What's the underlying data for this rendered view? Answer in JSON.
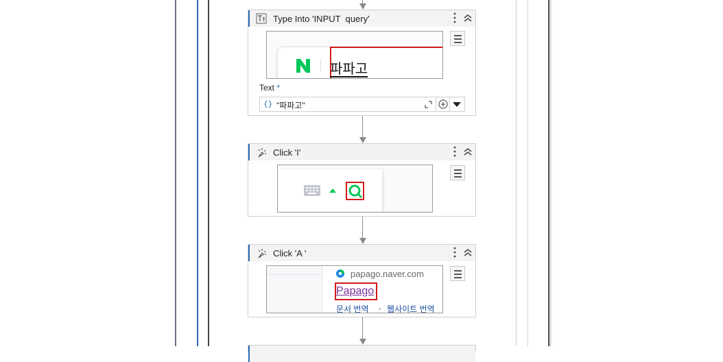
{
  "activities": [
    {
      "title": "Type Into 'INPUT  query'",
      "preview_text": "파파고",
      "text_field": {
        "label": "Text",
        "required_mark": "*",
        "value": "\"파파고\"",
        "prefix": "{}"
      }
    },
    {
      "title": "Click 'I'"
    },
    {
      "title": "Click 'A '",
      "preview": {
        "url": "papago.naver.com",
        "link": "Papago",
        "sublinks": [
          "문서 번역",
          "웹사이트 번역"
        ]
      }
    }
  ],
  "colors": {
    "accent": "#2b6cb0",
    "highlight": "#d11a1a",
    "naver_green": "#03c75a",
    "link_purple": "#7a2f9a"
  }
}
